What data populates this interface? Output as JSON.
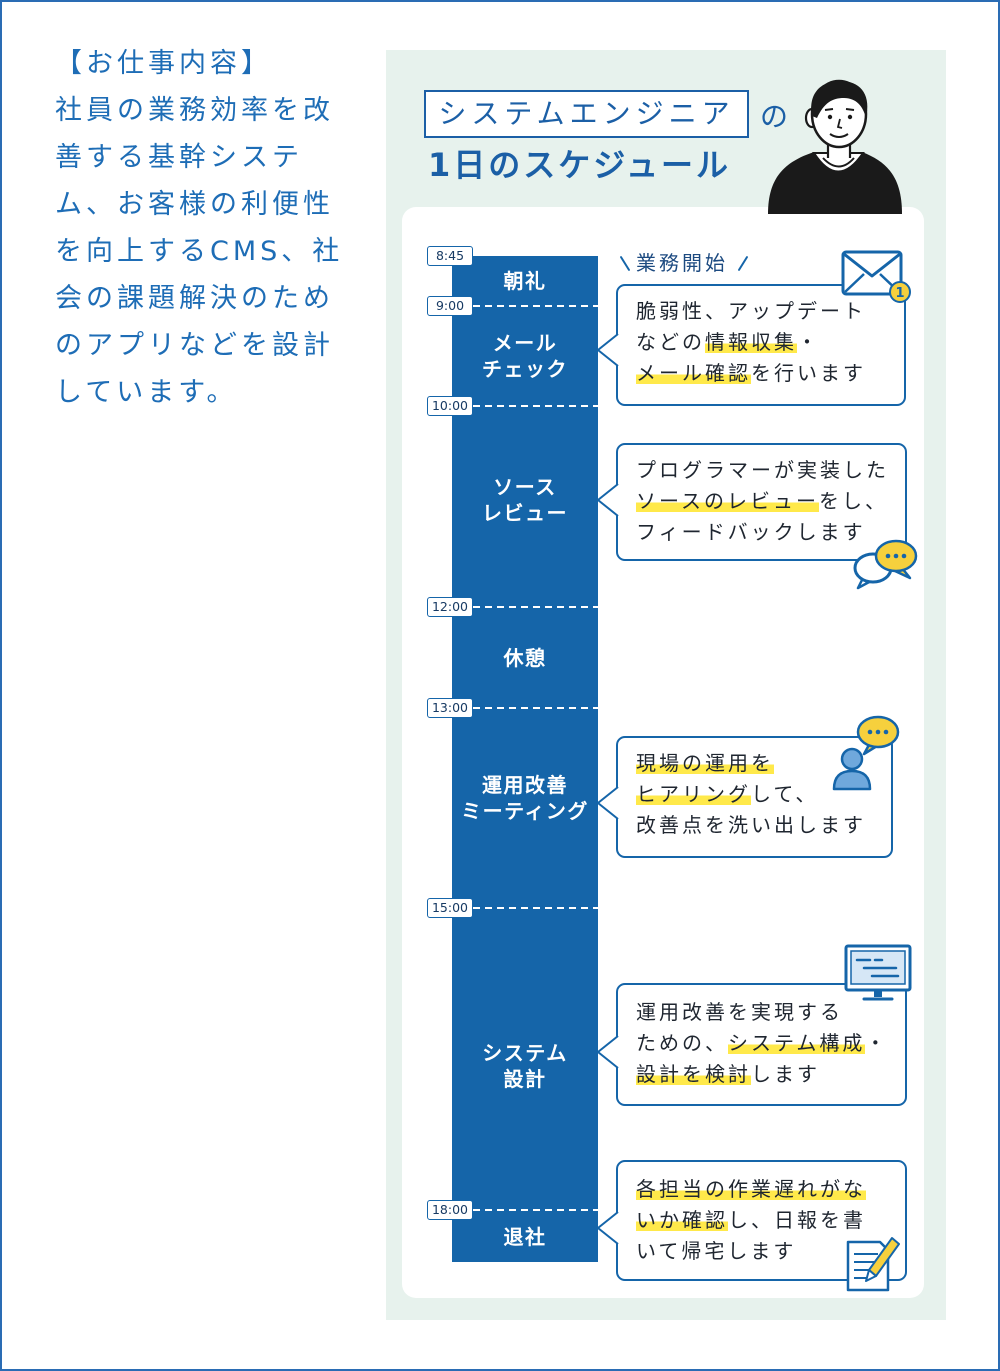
{
  "intro": {
    "heading": "【お仕事内容】",
    "lines": [
      "社員の業務効率を改",
      "善する基幹システ",
      "ム、お客様の利便性",
      "を向上するCMS、社",
      "会の課題解決のため",
      "のアプリなどを設計",
      "しています。"
    ]
  },
  "title": {
    "job": "システムエンジニア",
    "particle": "の",
    "subtitle": "1日のスケジュール"
  },
  "timeline": {
    "times": [
      "8:45",
      "9:00",
      "10:00",
      "12:00",
      "13:00",
      "15:00",
      "18:00"
    ],
    "activities": [
      [
        "朝礼"
      ],
      [
        "メール",
        "チェック"
      ],
      [
        "ソース",
        "レビュー"
      ],
      [
        "休憩"
      ],
      [
        "運用改善",
        "ミーティング"
      ],
      [
        "システム",
        "設計"
      ],
      [
        "退社"
      ]
    ]
  },
  "callouts": [
    {
      "tag": "業務開始",
      "icon": "envelope-icon",
      "badge": "1",
      "lines": [
        [
          {
            "text": "脆弱性、アップデート"
          }
        ],
        [
          {
            "text": "などの"
          },
          {
            "text": "情報収集",
            "highlight": true
          },
          {
            "text": "・"
          }
        ],
        [
          {
            "text": "メール確認",
            "highlight": true
          },
          {
            "text": "を行います"
          }
        ]
      ]
    },
    {
      "icon": "chat-bubbles-icon",
      "lines": [
        [
          {
            "text": "プログラマーが実装した"
          }
        ],
        [
          {
            "text": "ソースのレビュー",
            "highlight": true
          },
          {
            "text": "をし、"
          }
        ],
        [
          {
            "text": "フィードバックします"
          }
        ]
      ]
    },
    {
      "icon": "person-speech-icon",
      "lines": [
        [
          {
            "text": "現場の運用を",
            "highlight": true
          }
        ],
        [
          {
            "text": "ヒアリング",
            "highlight": true
          },
          {
            "text": "して、"
          }
        ],
        [
          {
            "text": "改善点を洗い出します"
          }
        ]
      ]
    },
    {
      "icon": "monitor-icon",
      "lines": [
        [
          {
            "text": "運用改善を実現する"
          }
        ],
        [
          {
            "text": "ための、"
          },
          {
            "text": "システム構成",
            "highlight": true
          },
          {
            "text": "・"
          }
        ],
        [
          {
            "text": "設計を検討",
            "highlight": true
          },
          {
            "text": "します"
          }
        ]
      ]
    },
    {
      "icon": "document-pen-icon",
      "lines": [
        [
          {
            "text": "各担当の作業遅れがな",
            "highlight": true
          }
        ],
        [
          {
            "text": "いか確認",
            "highlight": true
          },
          {
            "text": "し、日報を書"
          }
        ],
        [
          {
            "text": "いて帰宅します"
          }
        ]
      ]
    }
  ],
  "colors": {
    "primary": "#1565a9",
    "intro_text": "#1e6db6",
    "title_text": "#1b5fa6",
    "highlight": "#ffe94a",
    "panel": "#e7f2ed",
    "icon_yellow": "#f6d03d",
    "body_text": "#1f2630"
  }
}
